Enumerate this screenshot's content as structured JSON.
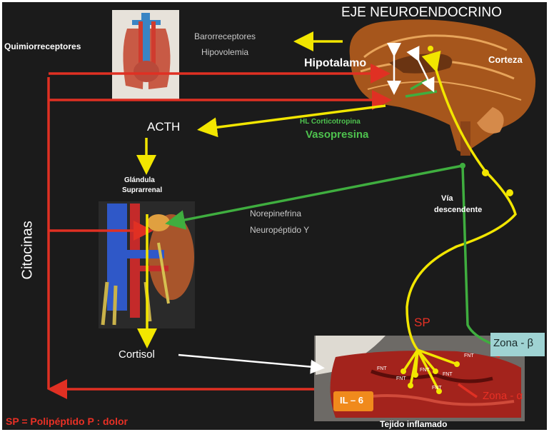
{
  "title": "EJE NEUROENDOCRINO",
  "labels": {
    "quimiorreceptores": "Quimiorreceptores",
    "barorreceptores": "Barorreceptores",
    "hipovolemia": "Hipovolemia",
    "hipotalamo": "Hipotalamo",
    "corteza": "Corteza",
    "acth": "ACTH",
    "hl_corticotropina": "HL Corticotropina",
    "vasopresina": "Vasopresina",
    "glandula": "Glándula",
    "suprarrenal": "Suprarrenal",
    "via": "Vía",
    "descendente": "descendente",
    "citocinas": "Citocinas",
    "norepinefrina": "Norepinefrina",
    "neuropeptido": "Neuropéptido Y",
    "sp": "SP",
    "cortisol": "Cortisol",
    "zona_beta": "Zona - β",
    "zona_alfa": "Zona - α",
    "il6": "IL – 6",
    "tejido": "Tejido inflamado",
    "leyenda_sp": "SP = Polipéptido P : dolor",
    "fnt": "FNT"
  },
  "colors": {
    "background": "#1b1b1b",
    "red_arrow": "#e03023",
    "yellow_arrow": "#f2e600",
    "green_arrow": "#3fae3f",
    "white_arrow": "#ffffff",
    "zona_beta_box": "#9fd3d3",
    "il6_box": "#f08a1c"
  },
  "icons": {
    "brain": "brain-sagittal-section-image",
    "chest": "thoracic-anatomy-image",
    "adrenal": "kidney-adrenal-anatomy-image",
    "tissue": "inflamed-tissue-photo"
  }
}
